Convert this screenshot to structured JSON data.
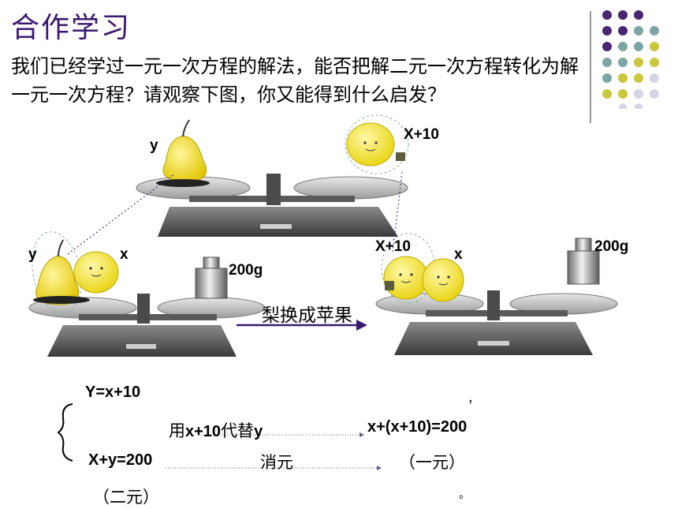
{
  "title": "合作学习",
  "intro": "我们已经学过一元一次方程的解法，能否把解二元一次方程转化为解一元一次方程？请观察下图，你又能得到什么启发？",
  "labels": {
    "top_y": "y",
    "top_apple": "X+10",
    "left_y": "y",
    "left_x": "x",
    "left_weight": "200g",
    "right_apple": "X+10",
    "right_x": "x",
    "right_weight": "200g"
  },
  "arrow_caption": "梨换成苹果",
  "equations": {
    "eq1": "Y=x+10",
    "eq2": "X+y=200",
    "substitute_prefix": "用",
    "substitute_expr": "x+10",
    "substitute_mid": "代替",
    "substitute_var": "y",
    "eliminate": "消元",
    "result": "x+(x+10)=200",
    "one_var": "（一元）",
    "two_var": "（二元）",
    "comma": ",",
    "period": "。"
  },
  "colors": {
    "title": "#3b1870",
    "dot_purple": "#4a2672",
    "dot_teal": "#7aa6a4",
    "dot_olive": "#c9c73a",
    "dot_lavender": "#d6d4e8",
    "arrow": "#3b1870",
    "fruit": "#f2e630"
  }
}
